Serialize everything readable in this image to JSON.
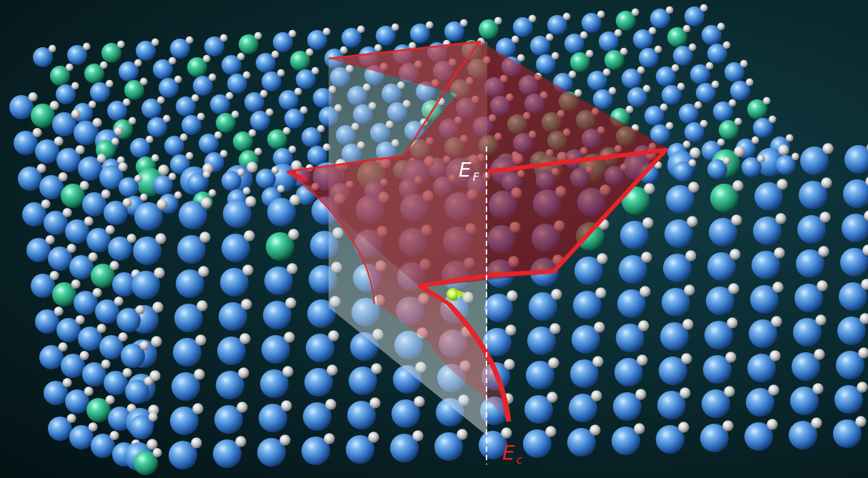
{
  "labels": {
    "fermi": {
      "symbol": "E",
      "subscript": "F"
    },
    "critical": {
      "symbol": "E",
      "subscript": "c"
    }
  },
  "colors": {
    "background": "#0a2a30",
    "atom_blue": "#4a8fdc",
    "atom_green": "#2fb38a",
    "atom_white": "#e6e6e6",
    "curve_red": "#e8232a",
    "fermi_line": "#ffffff",
    "particle": "#b7f03a"
  },
  "illustration": {
    "subject": "lattice-of-atoms-with-energy-band-surface",
    "marker": "electron-particle"
  }
}
